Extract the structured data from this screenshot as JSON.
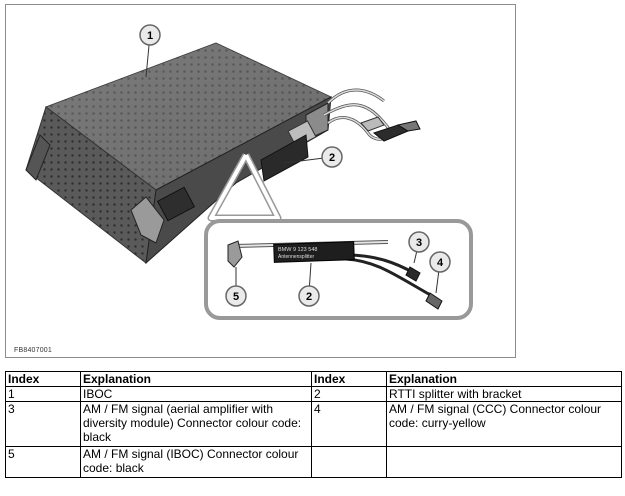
{
  "figure": {
    "id": "FB8407001",
    "callouts": [
      "1",
      "2",
      "2",
      "3",
      "4",
      "5"
    ],
    "module_label_line1": "BMW  9 123 548",
    "module_label_line2": "Antennensplitter"
  },
  "table": {
    "headers": [
      "Index",
      "Explanation",
      "Index",
      "Explanation"
    ],
    "rows": [
      [
        "1",
        "IBOC",
        "2",
        "RTTI splitter with bracket"
      ],
      [
        "3",
        "AM / FM signal (aerial amplifier with diversity module) Connector colour code: black",
        "4",
        "AM / FM signal (CCC) Connector colour code: curry-yellow"
      ],
      [
        "5",
        "AM / FM signal (IBOC) Connector colour code: black",
        "",
        ""
      ]
    ]
  }
}
